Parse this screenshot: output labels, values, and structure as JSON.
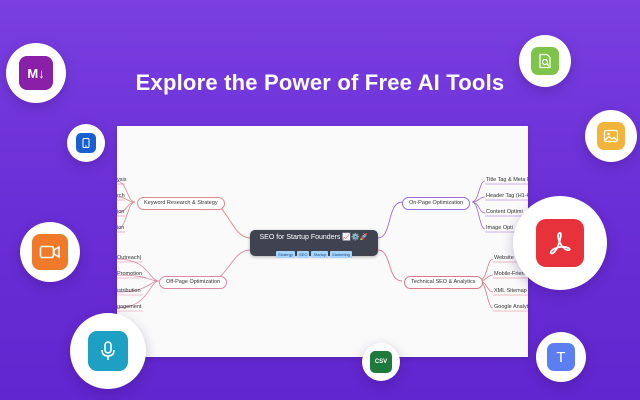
{
  "headline": "Explore the Power of Free AI Tools",
  "mindmap": {
    "root": {
      "title": "SEO for Startup Founders 📈⚙️🚀",
      "tags": [
        "Strategy",
        "SEO",
        "Startup",
        "Marketing"
      ]
    },
    "branches": {
      "keyword": "Keyword Research & Strategy",
      "offpage": "Off-Page Optimization",
      "onpage": "On-Page Optimization",
      "technical": "Technical SEO & Analytics"
    },
    "keyword_items": [
      "ysis",
      "rch",
      "ion",
      "ion"
    ],
    "offpage_items": [
      "Outreach)",
      "Promotion",
      "istribution",
      "gagement"
    ],
    "onpage_items": [
      "Title Tag & Meta D",
      "Header Tag (H1-H",
      "Content Optimi",
      "Image Opti"
    ],
    "technical_items": [
      "Website",
      "Mobile-Frien",
      "XML Sitemap",
      "Google Analyt"
    ]
  },
  "floating_icons": {
    "markdown": "M↓",
    "csv": "CSV",
    "text": "T"
  },
  "colors": {
    "background": "#6a2fd6",
    "keyword_branch": "#d98a8a",
    "offpage_branch": "#d98aa0",
    "onpage_branch": "#9b6ad9",
    "technical_branch": "#d9788a"
  }
}
